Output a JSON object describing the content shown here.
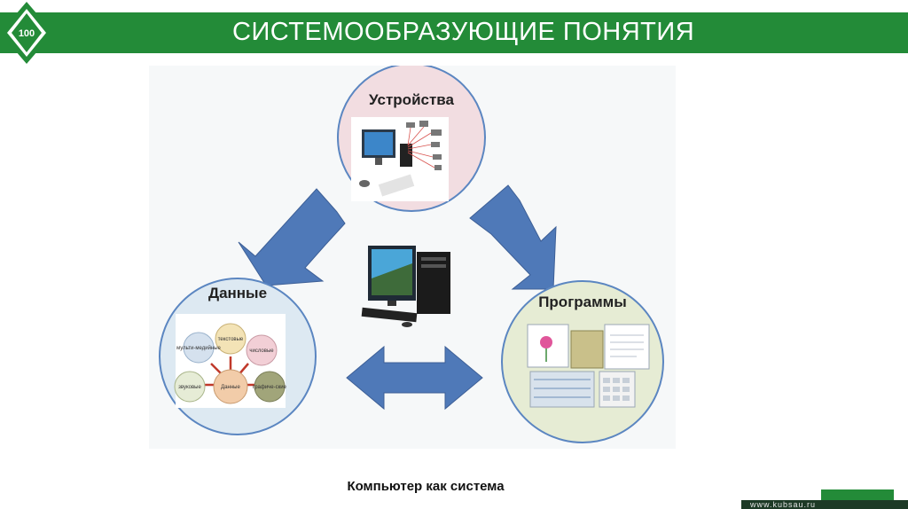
{
  "header": {
    "title": "СИСТЕМООБРАЗУЮЩИЕ ПОНЯТИЯ",
    "logo_text": "100",
    "color": "#238b38"
  },
  "diagram": {
    "devices": {
      "label": "Устройства"
    },
    "data": {
      "label": "Данные",
      "center": "Данные",
      "nodes": [
        "мульти-медийные",
        "текстовые",
        "числовые",
        "звуковые",
        "графиче-ские"
      ]
    },
    "programs": {
      "label": "Программы"
    }
  },
  "caption": "Компьютер как система",
  "footer": {
    "site": "www.kubsau.ru"
  }
}
